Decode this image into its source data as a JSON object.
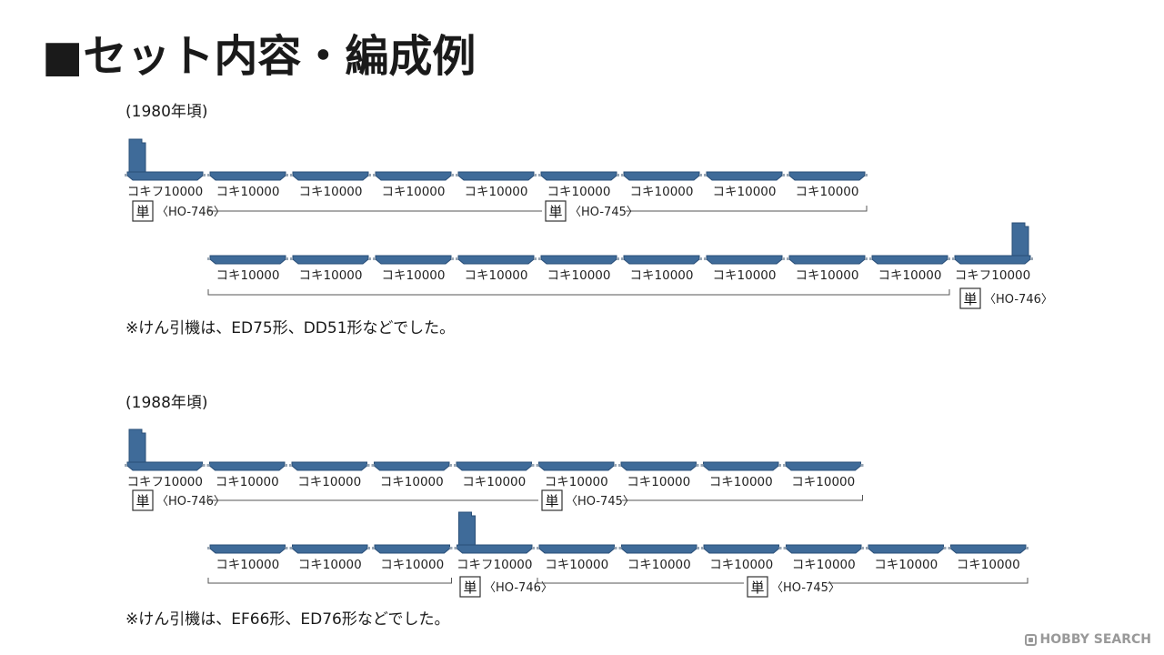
{
  "title": "■セット内容・編成例",
  "sections": [
    {
      "era": "(1980年頃)",
      "rows": [
        {
          "cars": [
            {
              "type": "brake",
              "label": "コキフ10000"
            },
            {
              "type": "flat",
              "label": "コキ10000"
            },
            {
              "type": "flat",
              "label": "コキ10000"
            },
            {
              "type": "flat",
              "label": "コキ10000"
            },
            {
              "type": "flat",
              "label": "コキ10000"
            },
            {
              "type": "flat",
              "label": "コキ10000"
            },
            {
              "type": "flat",
              "label": "コキ10000"
            },
            {
              "type": "flat",
              "label": "コキ10000"
            },
            {
              "type": "flat",
              "label": "コキ10000"
            }
          ],
          "sets": [
            {
              "badge": "単",
              "code": "〈HO-746〉"
            },
            {
              "badge": "単",
              "code": "〈HO-745〉"
            }
          ]
        },
        {
          "cars": [
            {
              "type": "flat",
              "label": "コキ10000"
            },
            {
              "type": "flat",
              "label": "コキ10000"
            },
            {
              "type": "flat",
              "label": "コキ10000"
            },
            {
              "type": "flat",
              "label": "コキ10000"
            },
            {
              "type": "flat",
              "label": "コキ10000"
            },
            {
              "type": "flat",
              "label": "コキ10000"
            },
            {
              "type": "flat",
              "label": "コキ10000"
            },
            {
              "type": "flat",
              "label": "コキ10000"
            },
            {
              "type": "flat",
              "label": "コキ10000"
            },
            {
              "type": "brake-rev",
              "label": "コキフ10000"
            }
          ],
          "sets": [
            {
              "badge": "単",
              "code": "〈HO-746〉"
            }
          ]
        }
      ],
      "note": "※けん引機は、ED75形、DD51形などでした。"
    },
    {
      "era": "(1988年頃)",
      "rows": [
        {
          "cars": [
            {
              "type": "brake",
              "label": "コキフ10000"
            },
            {
              "type": "flat",
              "label": "コキ10000"
            },
            {
              "type": "flat",
              "label": "コキ10000"
            },
            {
              "type": "flat",
              "label": "コキ10000"
            },
            {
              "type": "flat",
              "label": "コキ10000"
            },
            {
              "type": "flat",
              "label": "コキ10000"
            },
            {
              "type": "flat",
              "label": "コキ10000"
            },
            {
              "type": "flat",
              "label": "コキ10000"
            },
            {
              "type": "flat",
              "label": "コキ10000"
            }
          ],
          "sets": [
            {
              "badge": "単",
              "code": "〈HO-746〉"
            },
            {
              "badge": "単",
              "code": "〈HO-745〉"
            }
          ]
        },
        {
          "cars": [
            {
              "type": "flat",
              "label": "コキ10000"
            },
            {
              "type": "flat",
              "label": "コキ10000"
            },
            {
              "type": "flat",
              "label": "コキ10000"
            },
            {
              "type": "brake",
              "label": "コキフ10000"
            },
            {
              "type": "flat",
              "label": "コキ10000"
            },
            {
              "type": "flat",
              "label": "コキ10000"
            },
            {
              "type": "flat",
              "label": "コキ10000"
            },
            {
              "type": "flat",
              "label": "コキ10000"
            },
            {
              "type": "flat",
              "label": "コキ10000"
            },
            {
              "type": "flat",
              "label": "コキ10000"
            }
          ],
          "sets": [
            {
              "badge": "単",
              "code": "〈HO-746〉"
            },
            {
              "badge": "単",
              "code": "〈HO-745〉"
            }
          ]
        }
      ],
      "note": "※けん引機は、EF66形、ED76形などでした。"
    }
  ],
  "watermark": "HOBBY SEARCH",
  "colors": {
    "car_body": "#3f6b99",
    "car_edge": "#2a4f78",
    "line": "#555555"
  }
}
